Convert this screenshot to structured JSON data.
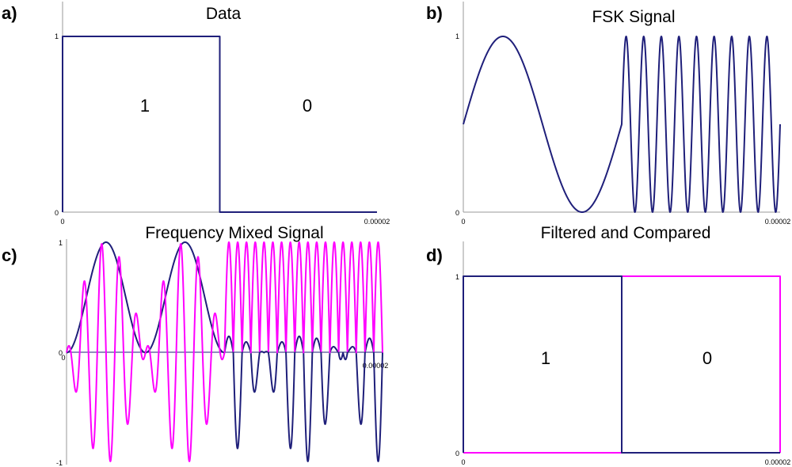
{
  "chart_data": [
    {
      "panel": "a)",
      "type": "line",
      "title": "Data",
      "xticks": [
        "0",
        "0.00002"
      ],
      "yticks": [
        "0",
        "1"
      ],
      "xlim": [
        0,
        2e-05
      ],
      "ylim": [
        0,
        1
      ],
      "regions": [
        "1",
        "0"
      ],
      "series": [
        {
          "color": "#1f1f7a",
          "x": [
            0,
            0,
            1e-05,
            1e-05,
            2e-05
          ],
          "y": [
            0,
            1,
            1,
            0,
            0
          ]
        }
      ]
    },
    {
      "panel": "b)",
      "type": "line",
      "title": "FSK Signal",
      "xticks": [
        "0",
        "0.00002"
      ],
      "yticks": [
        "0",
        "1"
      ],
      "xlim": [
        0,
        2e-05
      ],
      "ylim": [
        0,
        1
      ],
      "series": [
        {
          "color": "#1f1f7a",
          "function": "fsk",
          "segments": [
            {
              "x_start": 0,
              "x_end": 1e-05,
              "cycles": 1,
              "offset": 0.5,
              "amplitude": 0.5
            },
            {
              "x_start": 1e-05,
              "x_end": 2e-05,
              "cycles": 9,
              "offset": 0.5,
              "amplitude": 0.5
            }
          ]
        }
      ]
    },
    {
      "panel": "c)",
      "type": "line",
      "title": "Frequency Mixed Signal",
      "xticks": [
        "0",
        "0.00002"
      ],
      "yticks": [
        "-1",
        "0",
        "1"
      ],
      "xlim": [
        0,
        2e-05
      ],
      "ylim": [
        -1,
        1
      ],
      "series": [
        {
          "color": "#1f1f7a",
          "function": "mixed-a",
          "description_cycles_low": 2,
          "description_cycles_high": 9
        },
        {
          "color": "#ff00ff",
          "function": "mixed-b",
          "description_cycles_low": 2,
          "description_cycles_high": 9
        }
      ]
    },
    {
      "panel": "d)",
      "type": "line",
      "title": "Filtered and Compared",
      "xticks": [
        "0",
        "0.00002"
      ],
      "yticks": [
        "0",
        "1"
      ],
      "xlim": [
        0,
        2e-05
      ],
      "ylim": [
        0,
        1
      ],
      "regions": [
        "1",
        "0"
      ],
      "series": [
        {
          "color": "#1f1f7a",
          "x": [
            0,
            0,
            1e-05,
            1e-05,
            2e-05
          ],
          "y": [
            0,
            1,
            1,
            0,
            0
          ]
        },
        {
          "color": "#ff00ff",
          "x": [
            0,
            1e-05,
            1e-05,
            2e-05,
            2e-05
          ],
          "y": [
            0,
            0,
            1,
            1,
            0
          ]
        }
      ]
    }
  ]
}
